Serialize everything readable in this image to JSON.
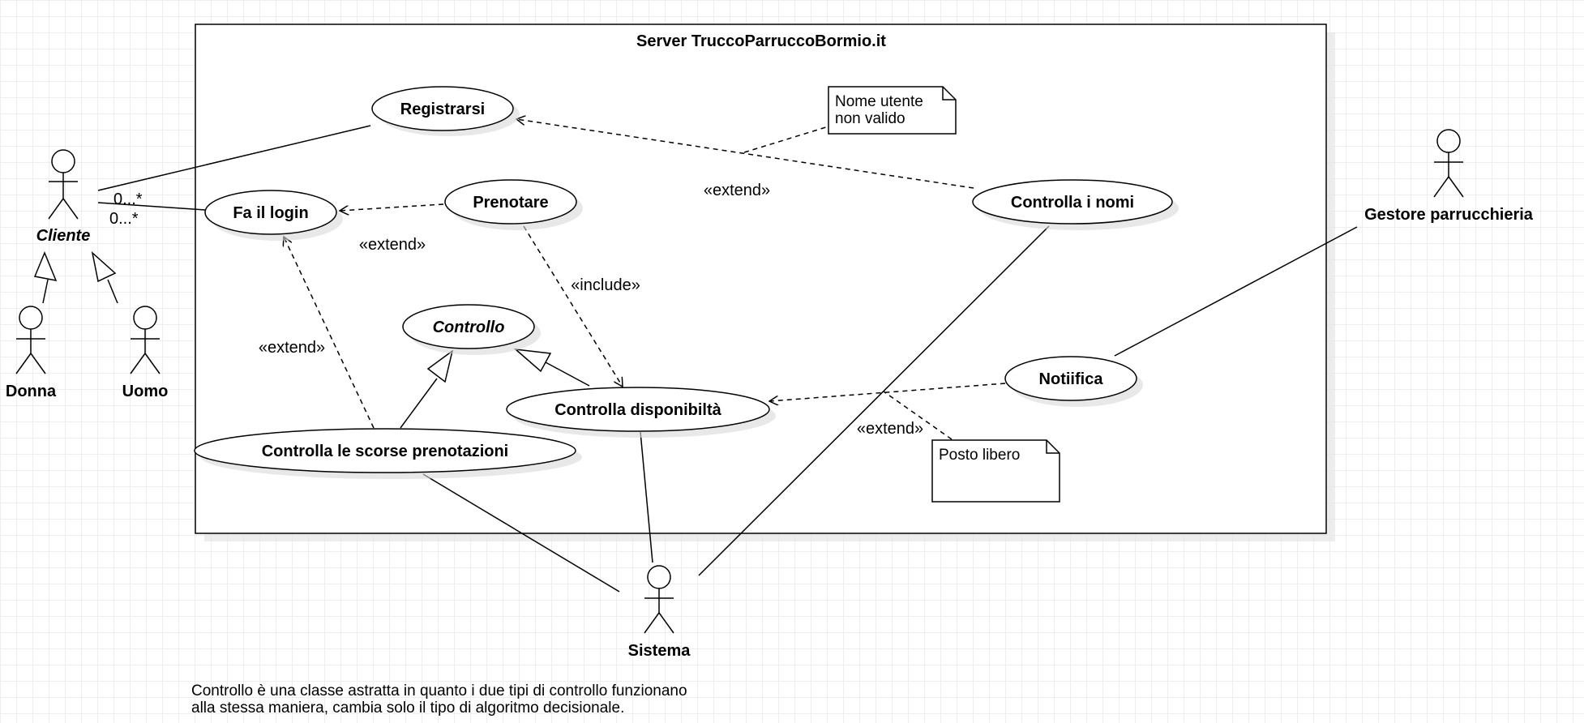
{
  "system_boundary": {
    "title": "Server TruccoParruccoBormio.it"
  },
  "actors": {
    "cliente": "Cliente",
    "donna": "Donna",
    "uomo": "Uomo",
    "sistema": "Sistema",
    "gestore": "Gestore parrucchieria"
  },
  "use_cases": {
    "registrarsi": "Registrarsi",
    "login": "Fa il login",
    "prenotare": "Prenotare",
    "controlla_nomi": "Controlla i nomi",
    "controllo": "Controllo",
    "controlla_disponibilita": "Controlla disponibiltà",
    "controlla_scorse": "Controlla le scorse prenotazioni",
    "notifica": "Notiifica"
  },
  "relations": {
    "extend_1": "«extend»",
    "extend_2": "«extend»",
    "extend_3": "«extend»",
    "extend_4": "«extend»",
    "include_1": "«include»",
    "multiplicity_1": "0...*",
    "multiplicity_2": "0...*"
  },
  "notes": {
    "nome_utente_line1": "Nome utente",
    "nome_utente_line2": "non valido",
    "posto_libero": "Posto libero"
  },
  "footnote": {
    "line1": "Controllo è una classe astratta in quanto i due tipi di controllo funzionano",
    "line2": "alla stessa maniera, cambia solo il tipo di algoritmo decisionale."
  }
}
